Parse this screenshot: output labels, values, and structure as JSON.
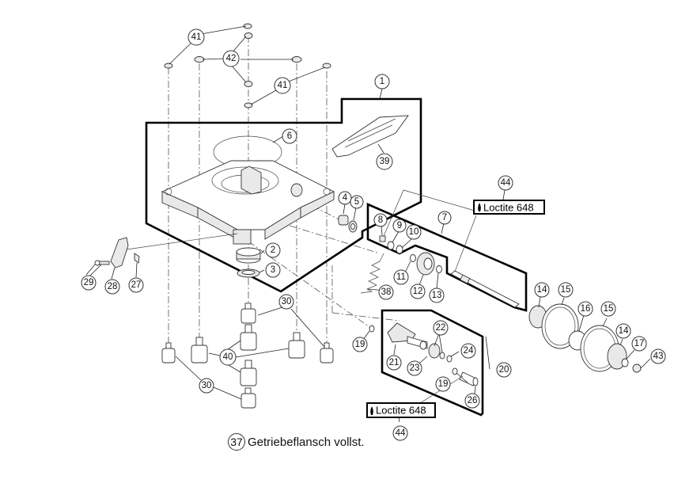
{
  "document": {
    "title_item_number": "37",
    "title_text": "Getriebeflansch vollst."
  },
  "callouts": {
    "c1": "1",
    "c2": "2",
    "c3": "3",
    "c4": "4",
    "c5": "5",
    "c6": "6",
    "c7": "7",
    "c8": "8",
    "c9": "9",
    "c10": "10",
    "c11": "11",
    "c12": "12",
    "c13": "13",
    "c14a": "14",
    "c14b": "14",
    "c15a": "15",
    "c15b": "15",
    "c16": "16",
    "c17": "17",
    "c19a": "19",
    "c19b": "19",
    "c20": "20",
    "c21": "21",
    "c22": "22",
    "c23": "23",
    "c24": "24",
    "c26": "26",
    "c27": "27",
    "c28": "28",
    "c29": "29",
    "c30a": "30",
    "c30b": "30",
    "c38": "38",
    "c39": "39",
    "c40": "40",
    "c41a": "41",
    "c41b": "41",
    "c42": "42",
    "c43": "43",
    "c44a": "44",
    "c44b": "44"
  },
  "notes": {
    "loctite_top": "Loctite 648",
    "loctite_bottom": "Loctite 648",
    "loctite_icon": "drop-icon"
  }
}
